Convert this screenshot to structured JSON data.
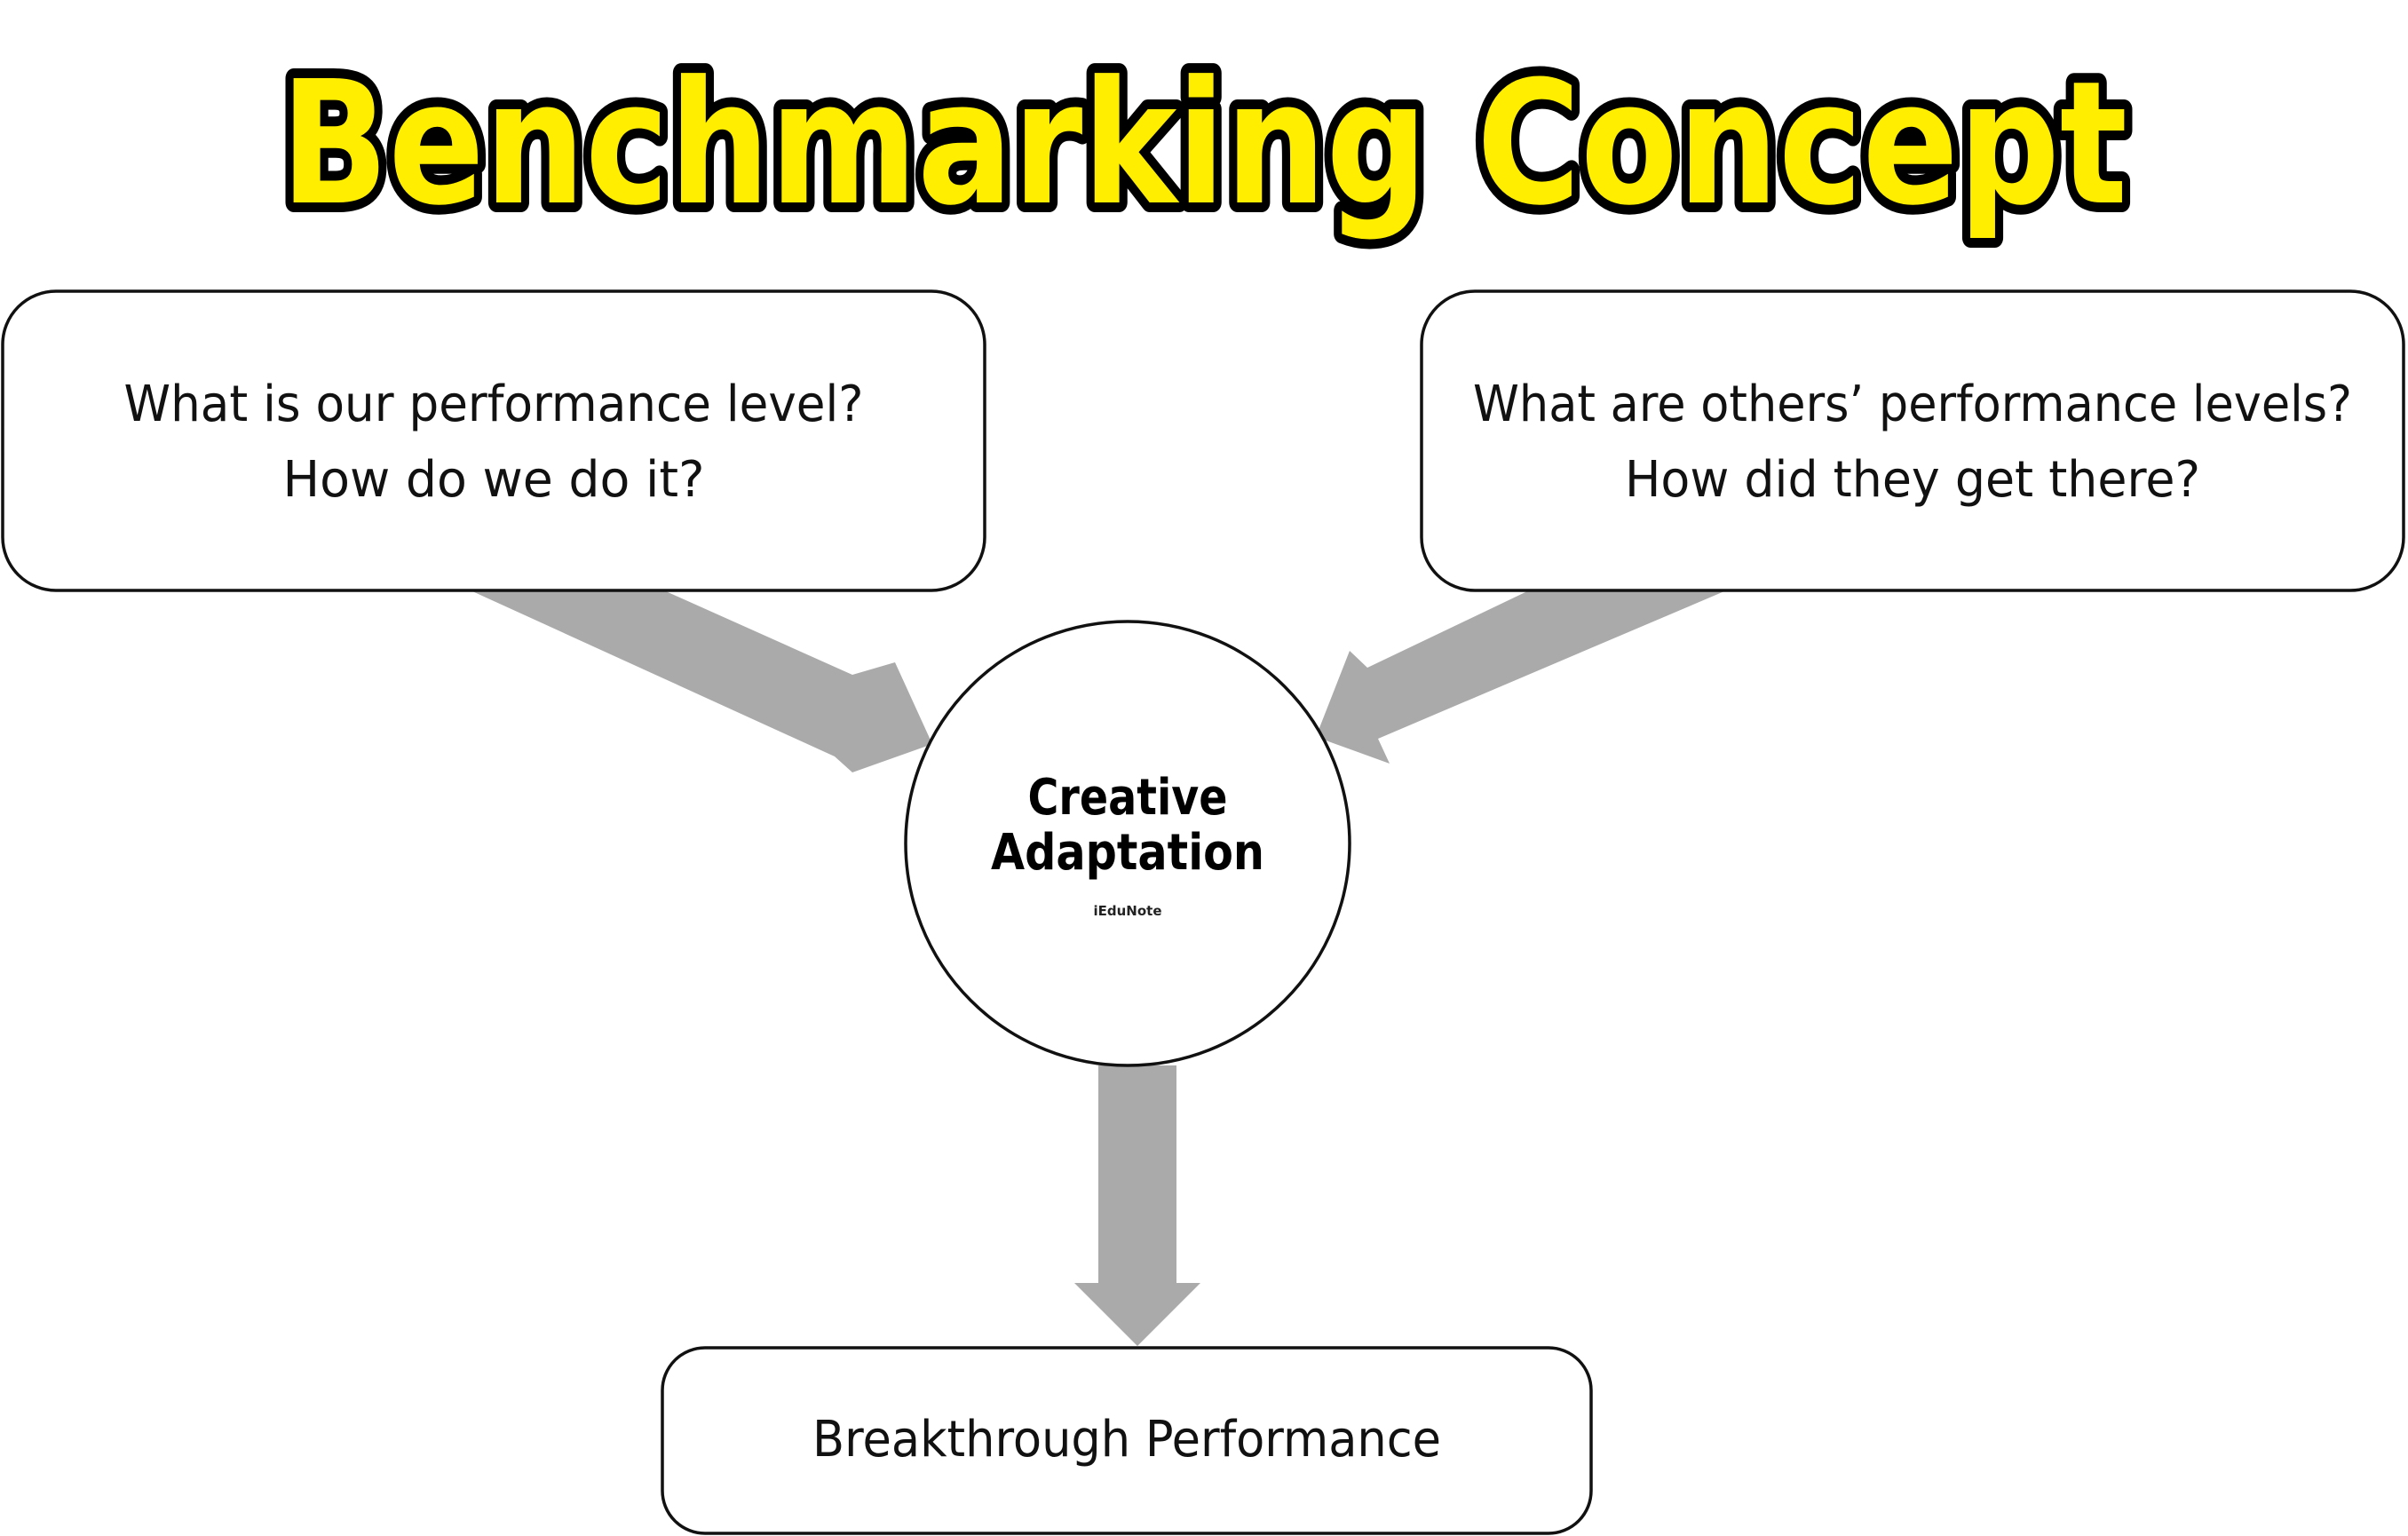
{
  "title": "Benchmarking Concept",
  "boxes": {
    "left": {
      "line1": "What is our performance level?",
      "line2": "How do we do it?"
    },
    "right": {
      "line1": "What are others’ performance levels?",
      "line2": "How did they get there?"
    },
    "bottom": {
      "text": "Breakthrough Performance"
    }
  },
  "center": {
    "line1": "Creative",
    "line2": "Adaptation",
    "watermark": "iEduNote"
  },
  "colors": {
    "title_fill": "#ffee00",
    "title_stroke": "#000000",
    "arrow": "#aaaaaa",
    "box_border": "#111111"
  }
}
